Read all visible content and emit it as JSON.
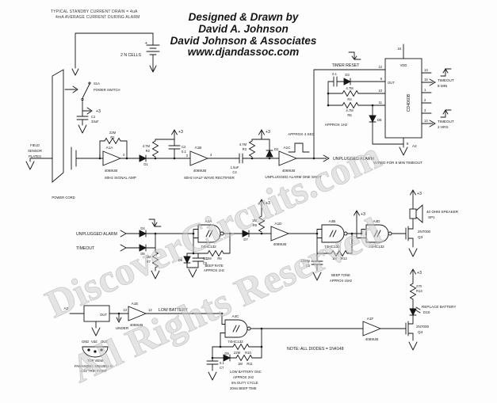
{
  "header": {
    "note1": "TYPICAL  STANDBY CURRENT DRAIN = 4uA",
    "note2": "4mA  AVERAGE CURRENT DURING ALARM",
    "title1": "Designed & Drawn by",
    "title2": "David A. Johnson",
    "title3": "David Johnson & Associates",
    "title4": "www.djandassoc.com"
  },
  "watermark": {
    "line1": "DiscoverCircuits.com",
    "line2": "All Rights Reserved"
  },
  "power": {
    "battery": "2 N CELLS",
    "plus": "+",
    "switch_ref": "S1A",
    "switch_label": "POWER SWITCH",
    "plus3": "+3",
    "c1_ref": "C1",
    "c1_val": "33uF"
  },
  "sensor": {
    "f1": "FIELD",
    "f2": "SENSOR",
    "f3": "PLATES",
    "cord": "POWER CORD"
  },
  "amp1": {
    "ref": "A1A",
    "chip": "4069UB",
    "caption": "60Hz SIGNAL AMP",
    "r1_val": "22M",
    "r1_ref": "R1",
    "d1": "D1",
    "r2_val": "4.7M",
    "r2_ref": "R2",
    "c2_ref": "C2",
    "c2_val": "0.1",
    "pin_in": "1",
    "pin_out": "2"
  },
  "amp2": {
    "ref": "A1B",
    "chip": "4069UB",
    "caption": "60Hz HALF WAVE RECTIFIER",
    "pin_in": "3",
    "pin_out": "4",
    "c4_val": "1.5uF",
    "c4_ref": "C4",
    "r3_val": "4.7M",
    "r3_ref": "R3",
    "d2": "D2"
  },
  "amp3": {
    "ref": "A1C",
    "chip": "4069UB",
    "caption": "UNPLUGGED ALARM ONE SHOT",
    "out_label": "UNPLUGGED ALARM",
    "pulse_label": "APPROX 4 SEC"
  },
  "timer": {
    "reset": "TIMER RESET",
    "vdd": "VDD",
    "out": "OUT",
    "chip": "CD4060B",
    "p16": "16",
    "p12": "12",
    "p9": "9",
    "p10": "10",
    "p11": "11",
    "p8": "8",
    "p13": "13",
    "p15": "15",
    "p1": "1",
    "p2": "2",
    "p3": "3",
    "p14": "14",
    "c3_val": "0.1",
    "d3": "D3",
    "r4_val": "4.7M",
    "r4_ref": "R4",
    "r5_val": "4.7M",
    "r5_ref": "R5",
    "freq": "APPROX 1Hz",
    "d8": "D8",
    "a2": "A2",
    "wired": "WIRED FOR 8 MIN TIMEOUT",
    "timeout1a": "TIMEOUT",
    "timeout1b": "8 MIN",
    "timeout2a": "TIMEOUT",
    "timeout2b": "2 HRS"
  },
  "beeper": {
    "in1": "UNPLUGGED ALARM",
    "in2": "TIMEOUT",
    "d4": "D4",
    "d5": "D5",
    "r7_val": "1M",
    "r7_ref": "R7",
    "gate1_ref": "A4A",
    "gate1_chip": "74HC132",
    "r6_val": "2.2M",
    "r6_ref": "R6",
    "rate1": "BEEP RATE",
    "rate2": "APPROX 1Hz",
    "d6": "D6",
    "c5_val": "0.1",
    "c5_ref": "C5",
    "d7": "D7",
    "r9_val": "1M",
    "r9_ref": "R9",
    "plus3": "+3",
    "inv_ref": "A1D",
    "inv_chip": "4069UB",
    "gate2_ref": "A4B",
    "gate2_chip": "74HC132",
    "r12_val": "1M",
    "r12_ref": "R12",
    "c6_val": "1500p",
    "c6_ref": "C6",
    "tone1": "BEEP TONE",
    "tone2": "APPROX 1kHz",
    "gate3_ref": "A4D",
    "gate3_chip": "74HC132",
    "q3_part": "2N7000",
    "q3_ref": "Q3",
    "spk_label": "40 OHM SPEAKER",
    "spk_ref": "SP1"
  },
  "lowbatt": {
    "a2": "A2",
    "mon_out": "OUT",
    "under": "UNDER",
    "inv1_ref": "A1E",
    "inv1_chip": "4069UB",
    "pin13": "13",
    "pin12": "12",
    "net": "LOW BATTERY",
    "pins_gnd": "GND",
    "pins_vdd": "Vdd",
    "pins_out": "OUT",
    "topview": "TOP VIEW",
    "part1": "PANASONIC MN13811-G",
    "part2": "2.4V TRIP POINT",
    "gate_ref": "A4C",
    "gate_chip": "74HC132",
    "r10_val": "22M",
    "r10_ref": "R10",
    "d9": "D9",
    "r11_val": "1M",
    "r11_ref": "R11",
    "c7_val": "0.1",
    "c7_ref": "C7",
    "osc1": "LOW BATTERY OSC",
    "osc2": "APPROX 2Hz",
    "osc3": "5% DUTY CYCLE",
    "osc4": "20ms BEEP TIME",
    "note": "NOTE:    ALL DIODES = 1N4148",
    "inv2_ref": "A1F",
    "inv2_chip": "4069UB",
    "q4_part": "2N7000",
    "q4_ref": "Q4",
    "r13_val": "270",
    "r13_ref": "R13",
    "led_label": "REPLACE BATTERY",
    "led_ref": "D10",
    "plus3": "+3"
  }
}
